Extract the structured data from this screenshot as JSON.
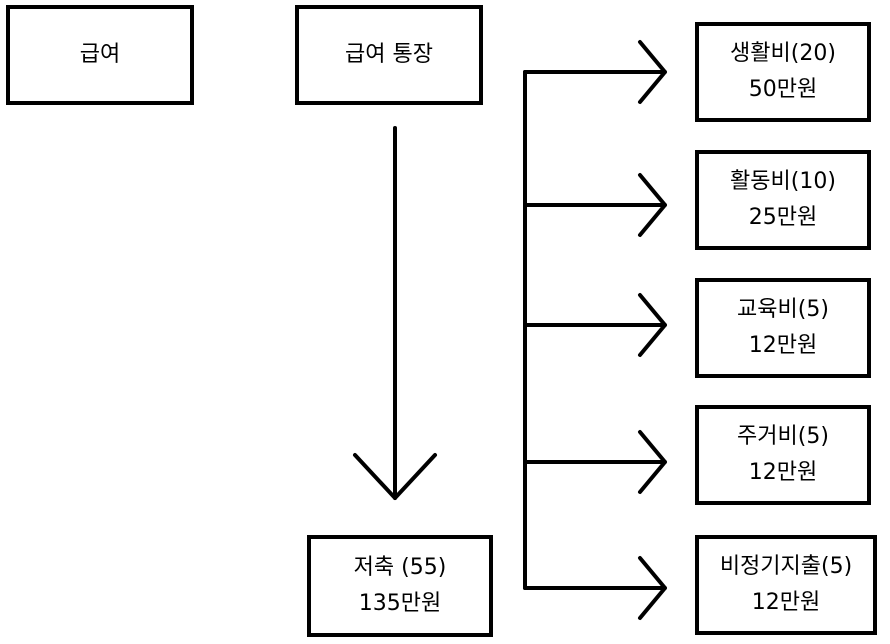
{
  "nodes": {
    "salary": {
      "label": "급여"
    },
    "salary_account": {
      "label": "급여 통장"
    },
    "savings": {
      "label": "저축 (55)",
      "amount": "135만원"
    },
    "living": {
      "label": "생활비(20)",
      "amount": "50만원"
    },
    "activity": {
      "label": "활동비(10)",
      "amount": "25만원"
    },
    "education": {
      "label": "교육비(5)",
      "amount": "12만원"
    },
    "housing": {
      "label": "주거비(5)",
      "amount": "12만원"
    },
    "irregular": {
      "label": "비정기지출(5)",
      "amount": "12만원"
    }
  },
  "colors": {
    "stroke": "#000000",
    "background": "#ffffff"
  }
}
